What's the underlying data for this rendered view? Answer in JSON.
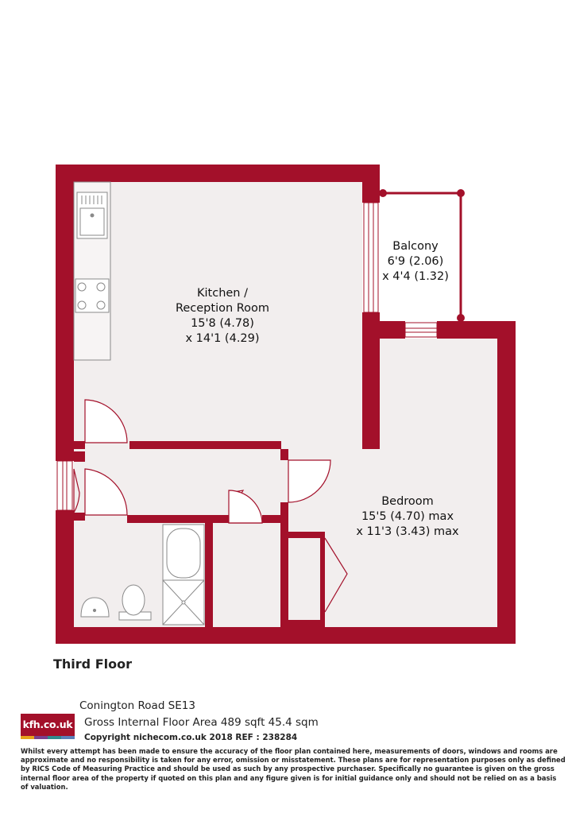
{
  "rooms": {
    "kitchen": {
      "line1": "Kitchen /",
      "line2": "Reception Room",
      "line3": "15'8 (4.78)",
      "line4": "x 14'1 (4.29)"
    },
    "balcony": {
      "line1": "Balcony",
      "line2": "6'9 (2.06)",
      "line3": "x 4'4 (1.32)"
    },
    "bedroom": {
      "line1": "Bedroom",
      "line2": "15'5 (4.70) max",
      "line3": "x 11'3 (3.43) max"
    }
  },
  "floor_title": "Third Floor",
  "logo": {
    "text": "kfh.co.uk",
    "stripe_colors": [
      "#e6a21b",
      "#7a3f8f",
      "#2f8a8c",
      "#5b7fb9"
    ]
  },
  "footer": {
    "address": "Conington Road  SE13",
    "area": "Gross Internal Floor Area 489 sqft 45.4 sqm",
    "copyright": "Copyright nichecom.co.uk 2018 REF : 238284",
    "disclaimer": "Whilst every attempt has been made to ensure the accuracy of the floor plan contained here, measurements of doors, windows and rooms are approximate and no responsibility is taken for any error, omission or misstatement.  These plans are for representation purposes only as defined by RICS Code of Measuring Practice and should be used as such by any prospective purchaser.  Specifically no guarantee is given on the gross internal floor area of the property if quoted on this plan and any figure given is for initial guidance only and should not be relied on as a basis of valuation."
  },
  "colors": {
    "wall": "#a3102a",
    "floor": "#f2eeee",
    "fixture_line": "#9a9a9a"
  }
}
